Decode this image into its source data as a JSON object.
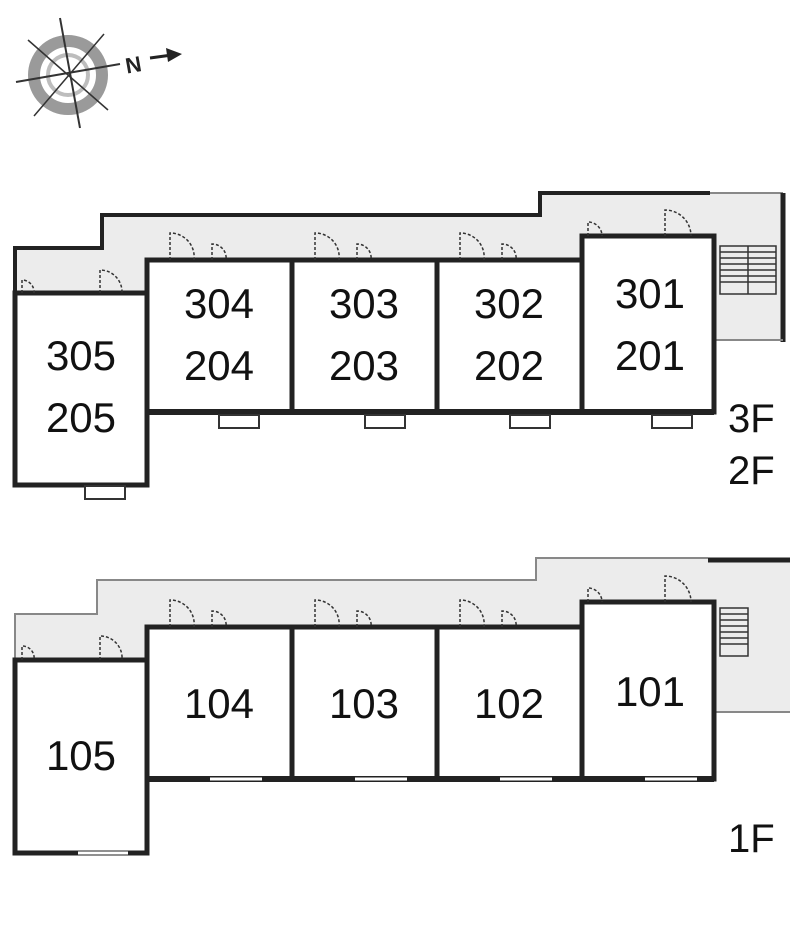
{
  "compass": {
    "label": "N",
    "icon": "compass-rose-icon"
  },
  "colors": {
    "wall": "#222222",
    "corridor": "#ececec",
    "background": "#ffffff"
  },
  "upper_floors": {
    "floor_labels": [
      "3F",
      "2F"
    ],
    "units": [
      {
        "id": "u305",
        "top": "305",
        "bottom": "205"
      },
      {
        "id": "u304",
        "top": "304",
        "bottom": "204"
      },
      {
        "id": "u303",
        "top": "303",
        "bottom": "203"
      },
      {
        "id": "u302",
        "top": "302",
        "bottom": "202"
      },
      {
        "id": "u301",
        "top": "301",
        "bottom": "201"
      }
    ]
  },
  "ground_floor": {
    "floor_label": "1F",
    "units": [
      {
        "id": "u105",
        "label": "105"
      },
      {
        "id": "u104",
        "label": "104"
      },
      {
        "id": "u103",
        "label": "103"
      },
      {
        "id": "u102",
        "label": "102"
      },
      {
        "id": "u101",
        "label": "101"
      }
    ]
  }
}
